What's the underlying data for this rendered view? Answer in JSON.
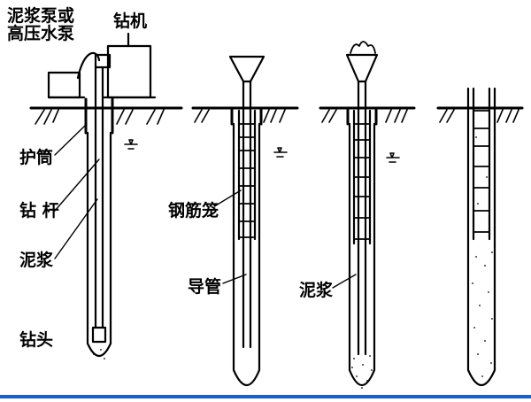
{
  "labels": {
    "pump_line1": "泥浆泵或",
    "pump_line2": "高压水泵",
    "drill_rig": "钻机",
    "casing": "护筒",
    "drill_rod": "钻 杆",
    "slurry_left": "泥浆",
    "drill_bit": "钻头",
    "cage": "钢筋笼",
    "tremie": "导管",
    "slurry_right": "泥浆"
  },
  "colors": {
    "ink": "#000000",
    "bottom_rule": "#1a5fd1"
  }
}
